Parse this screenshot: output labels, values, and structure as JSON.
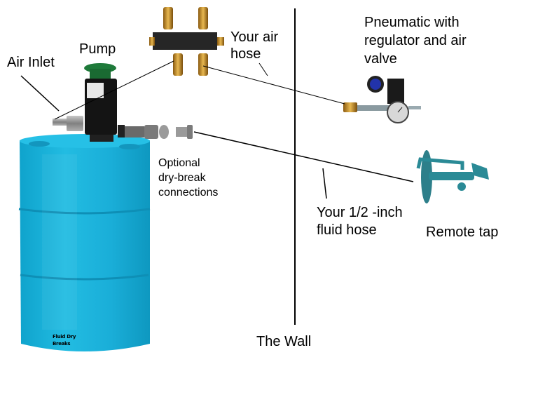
{
  "diagram": {
    "labels": {
      "air_inlet": "Air Inlet",
      "pump": "Pump",
      "your_air_hose": [
        "Your air",
        "hose"
      ],
      "pneumatic": [
        "Pneumatic with",
        "regulator and air",
        "valve"
      ],
      "optional": [
        "Optional",
        "dry-break",
        "connections"
      ],
      "fluid_hose": [
        "Your 1/2 -inch",
        "fluid hose"
      ],
      "remote_tap": "Remote tap",
      "the_wall": "The Wall",
      "barrel_label": [
        "Fluid Dry",
        "Breaks"
      ]
    },
    "components": [
      {
        "id": "barrel",
        "name": "Drum / barrel"
      },
      {
        "id": "pump",
        "name": "Pump"
      },
      {
        "id": "air-manifold",
        "name": "Air manifold with 4 quick couplers"
      },
      {
        "id": "regulator",
        "name": "Pneumatic regulator with air valve and gauge"
      },
      {
        "id": "dry-break-connectors",
        "name": "Optional dry-break connections"
      },
      {
        "id": "remote-tap",
        "name": "Remote tap"
      },
      {
        "id": "wall",
        "name": "The Wall"
      }
    ],
    "colors": {
      "barrel": "#1eb4dc",
      "barrel_dark": "#0f9cc4",
      "pump_body": "#111111",
      "pump_cap": "#1e7a3a",
      "brass": "#c8952a",
      "manifold": "#2a2a2a",
      "tap": "#2a8a96",
      "regulator_knob": "#2233aa"
    }
  }
}
